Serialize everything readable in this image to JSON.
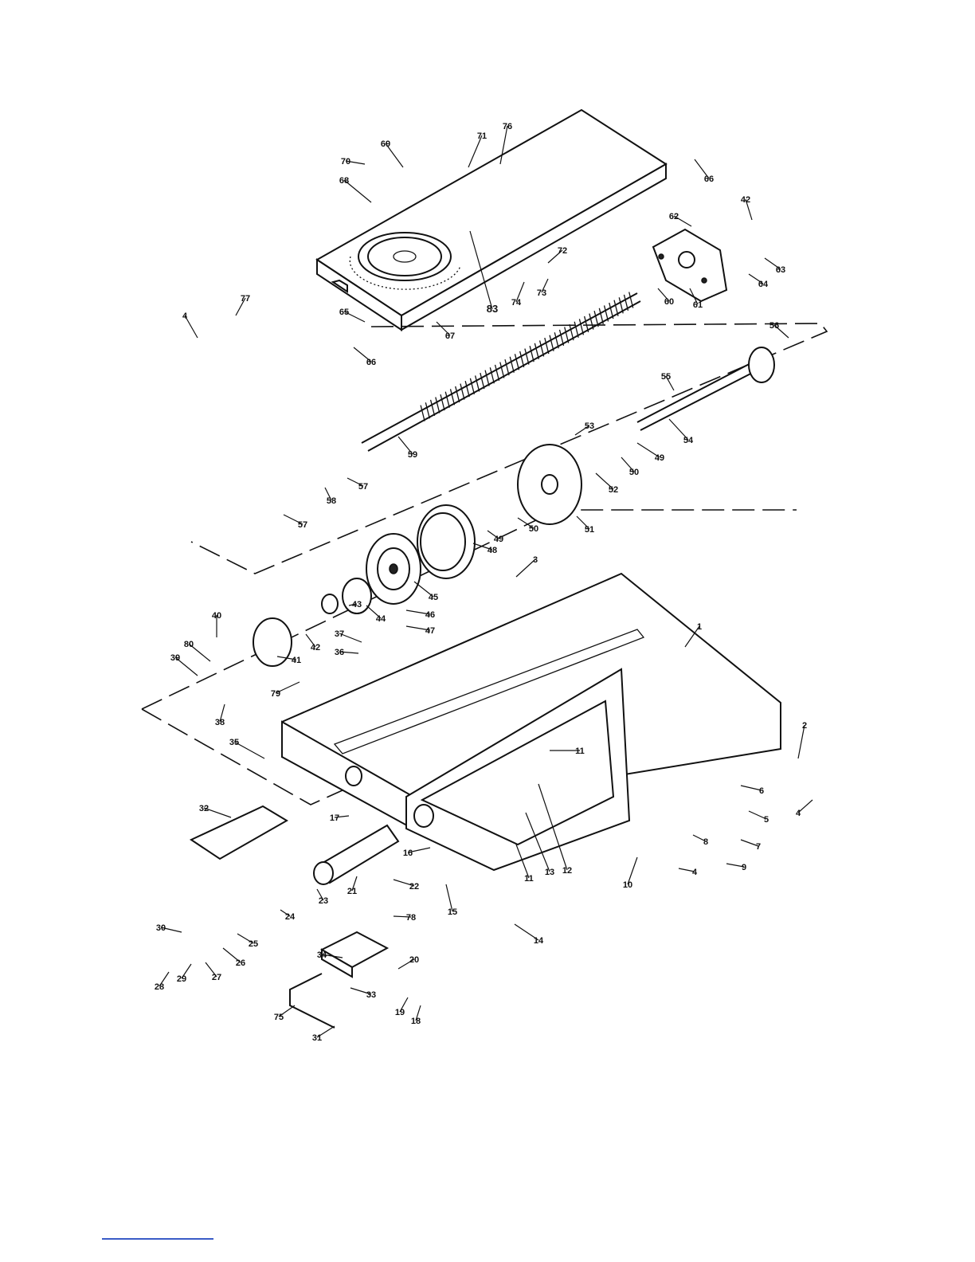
{
  "parts": [
    {
      "id": "p1",
      "number": "1"
    },
    {
      "id": "p2",
      "number": "2"
    },
    {
      "id": "p3",
      "number": "3"
    },
    {
      "id": "p4a",
      "number": "4"
    },
    {
      "id": "p4b",
      "number": "4"
    },
    {
      "id": "p4c",
      "number": "4"
    },
    {
      "id": "p5",
      "number": "5"
    },
    {
      "id": "p6",
      "number": "6"
    },
    {
      "id": "p7",
      "number": "7"
    },
    {
      "id": "p8",
      "number": "8"
    },
    {
      "id": "p9",
      "number": "9"
    },
    {
      "id": "p10",
      "number": "10"
    },
    {
      "id": "p11a",
      "number": "11"
    },
    {
      "id": "p11b",
      "number": "11"
    },
    {
      "id": "p12",
      "number": "12"
    },
    {
      "id": "p13",
      "number": "13"
    },
    {
      "id": "p14",
      "number": "14"
    },
    {
      "id": "p15",
      "number": "15"
    },
    {
      "id": "p16",
      "number": "16"
    },
    {
      "id": "p17",
      "number": "17"
    },
    {
      "id": "p18",
      "number": "18"
    },
    {
      "id": "p19",
      "number": "19"
    },
    {
      "id": "p20",
      "number": "20"
    },
    {
      "id": "p21",
      "number": "21"
    },
    {
      "id": "p22",
      "number": "22"
    },
    {
      "id": "p23",
      "number": "23"
    },
    {
      "id": "p24",
      "number": "24"
    },
    {
      "id": "p25",
      "number": "25"
    },
    {
      "id": "p26",
      "number": "26"
    },
    {
      "id": "p27",
      "number": "27"
    },
    {
      "id": "p28",
      "number": "28"
    },
    {
      "id": "p29",
      "number": "29"
    },
    {
      "id": "p30",
      "number": "30"
    },
    {
      "id": "p31",
      "number": "31"
    },
    {
      "id": "p32",
      "number": "32"
    },
    {
      "id": "p33",
      "number": "33"
    },
    {
      "id": "p34",
      "number": "34"
    },
    {
      "id": "p35",
      "number": "35"
    },
    {
      "id": "p36",
      "number": "36"
    },
    {
      "id": "p37",
      "number": "37"
    },
    {
      "id": "p38",
      "number": "38"
    },
    {
      "id": "p39",
      "number": "39"
    },
    {
      "id": "p40",
      "number": "40"
    },
    {
      "id": "p41",
      "number": "41"
    },
    {
      "id": "p42a",
      "number": "42"
    },
    {
      "id": "p42b",
      "number": "42"
    },
    {
      "id": "p43",
      "number": "43"
    },
    {
      "id": "p44",
      "number": "44"
    },
    {
      "id": "p45",
      "number": "45"
    },
    {
      "id": "p46",
      "number": "46"
    },
    {
      "id": "p47",
      "number": "47"
    },
    {
      "id": "p48",
      "number": "48"
    },
    {
      "id": "p49a",
      "number": "49"
    },
    {
      "id": "p49b",
      "number": "49"
    },
    {
      "id": "p50a",
      "number": "50"
    },
    {
      "id": "p50b",
      "number": "50"
    },
    {
      "id": "p51",
      "number": "51"
    },
    {
      "id": "p52",
      "number": "52"
    },
    {
      "id": "p53",
      "number": "53"
    },
    {
      "id": "p54",
      "number": "54"
    },
    {
      "id": "p55",
      "number": "55"
    },
    {
      "id": "p56",
      "number": "56"
    },
    {
      "id": "p57a",
      "number": "57"
    },
    {
      "id": "p57b",
      "number": "57"
    },
    {
      "id": "p58",
      "number": "58"
    },
    {
      "id": "p59",
      "number": "59"
    },
    {
      "id": "p60",
      "number": "60"
    },
    {
      "id": "p61",
      "number": "61"
    },
    {
      "id": "p62",
      "number": "62"
    },
    {
      "id": "p63",
      "number": "63"
    },
    {
      "id": "p64",
      "number": "64"
    },
    {
      "id": "p65",
      "number": "65"
    },
    {
      "id": "p66a",
      "number": "66"
    },
    {
      "id": "p66b",
      "number": "66"
    },
    {
      "id": "p67",
      "number": "67"
    },
    {
      "id": "p68",
      "number": "68"
    },
    {
      "id": "p69",
      "number": "69"
    },
    {
      "id": "p70",
      "number": "70"
    },
    {
      "id": "p71",
      "number": "71"
    },
    {
      "id": "p72",
      "number": "72"
    },
    {
      "id": "p73",
      "number": "73"
    },
    {
      "id": "p74",
      "number": "74"
    },
    {
      "id": "p75",
      "number": "75"
    },
    {
      "id": "p76",
      "number": "76"
    },
    {
      "id": "p77",
      "number": "77"
    },
    {
      "id": "p78",
      "number": "78"
    },
    {
      "id": "p79",
      "number": "79"
    },
    {
      "id": "p80",
      "number": "80"
    },
    {
      "id": "p83",
      "number": "83"
    }
  ]
}
